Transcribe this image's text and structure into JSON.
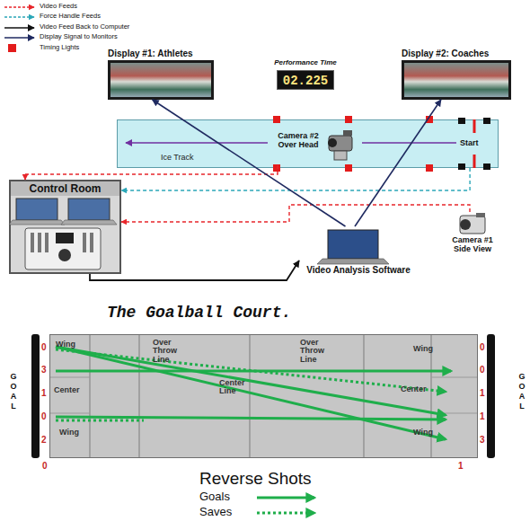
{
  "diagram": {
    "nodes": [
      {
        "text": [
          "Display #1: Athletes"
        ]
      },
      {
        "text": [
          "Performance Time",
          "02.225"
        ]
      },
      {
        "text": [
          "Display #2: Coaches"
        ]
      },
      {
        "text": [
          "Ice Track",
          "Start"
        ]
      },
      {
        "text": [
          "Camera #2 Over Head"
        ],
        "in": 3
      },
      {
        "text": [
          "Control Room"
        ]
      },
      {
        "text": [
          "Camera #1 Side View"
        ]
      },
      {
        "text": [
          "Video Analysis Software"
        ]
      },
      {
        "text": [
          "The Goalball Court."
        ]
      },
      {
        "text": [
          "GOAL"
        ]
      },
      {
        "text": [
          "GOAL"
        ]
      }
    ],
    "edges": [
      {
        "from": 4,
        "to": 5,
        "arrow": "to"
      },
      {
        "from": 3,
        "to": 5,
        "arrow": "to"
      },
      {
        "from": 6,
        "to": 5,
        "arrow": "to"
      },
      {
        "from": 5,
        "to": 7,
        "arrow": "to"
      },
      {
        "from": 7,
        "to": 0,
        "arrow": "to"
      },
      {
        "from": 7,
        "to": 2,
        "arrow": "to"
      }
    ],
    "labels": [
      "0",
      "3",
      "1",
      "0",
      "2",
      "Wing",
      "Center",
      "Wing",
      "Over Throw Line",
      "Center Line",
      "Over Throw Line",
      "Wing",
      "Center",
      "Wing",
      "0",
      "0",
      "1",
      "1",
      "3",
      "0",
      "1",
      "Reverse Shots"
    ],
    "legend": [
      {
        "text": "Video Feeds"
      },
      {
        "text": "Force Handle Feeds"
      },
      {
        "text": "Video Feed Back to Computer"
      },
      {
        "text": "Display Signal to Monitors"
      },
      {
        "text": "Timing Lights",
        "color": "#e31b1b"
      },
      {
        "text": "Goals"
      },
      {
        "text": "Saves"
      }
    ]
  }
}
